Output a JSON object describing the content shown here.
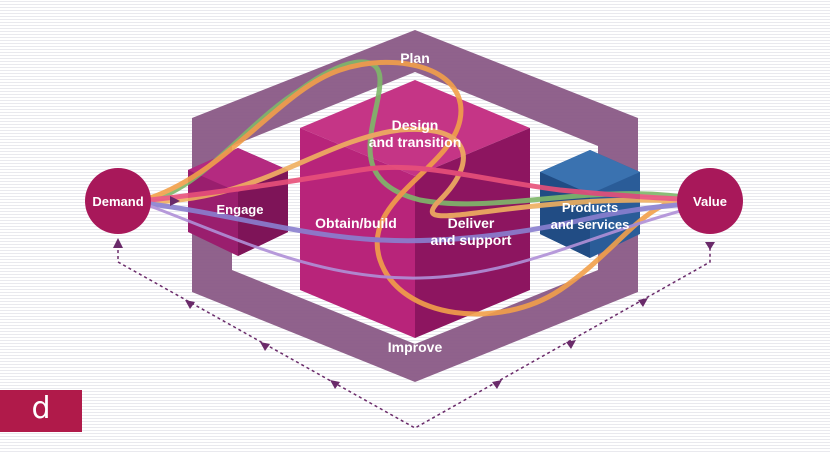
{
  "diagram": {
    "labels": {
      "plan": "Plan",
      "design": "Design",
      "transition": "and transition",
      "obtain_build": "Obtain/build",
      "deliver": "Deliver",
      "support": "and support",
      "improve": "Improve",
      "engage": "Engage",
      "products": "Products",
      "services": "and services",
      "demand": "Demand",
      "value": "Value"
    },
    "colors": {
      "frame": "#8a5a86",
      "cube_front": "#b8247a",
      "cube_side": "#8d1560",
      "cube_top": "#c53586",
      "engage": "#9a1e6e",
      "products": "#2a5c98",
      "circle": "#a8185a",
      "flow_orange": "#f2a04a",
      "flow_green": "#7fb86a",
      "flow_purple": "#8a7fd0",
      "flow_pink": "#e8507a",
      "dashed": "#6a2a6a"
    }
  },
  "badge": {
    "letter": "d"
  }
}
